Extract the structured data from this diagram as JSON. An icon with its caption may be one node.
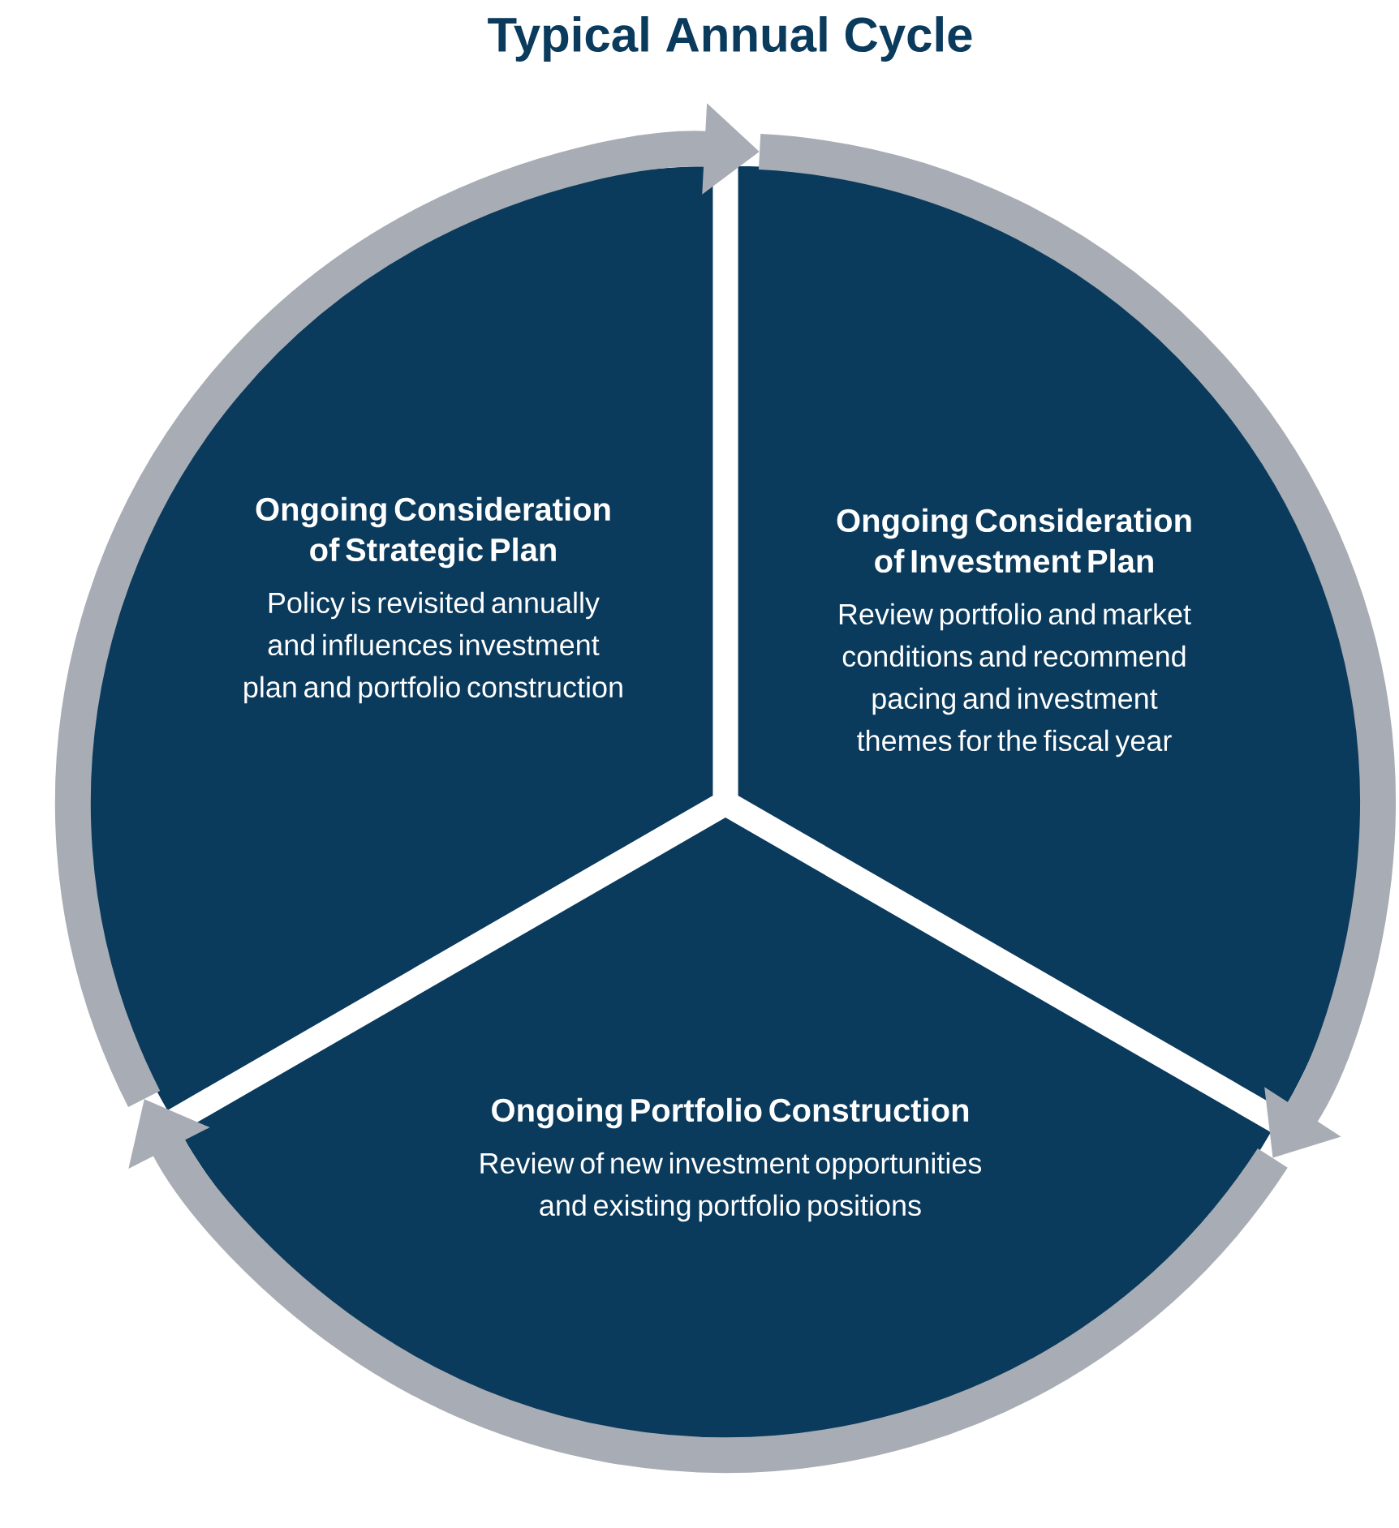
{
  "diagram": {
    "title": "Typical Annual Cycle",
    "nodes": [
      {
        "text": [
          "Ongoing Consideration of Strategic Plan",
          "Policy is revisited annually and influences investment plan and portfolio construction"
        ]
      },
      {
        "text": [
          "Ongoing Consideration of Investment Plan",
          "Review portfolio and market conditions and recommend pacing and investment themes for the fiscal year"
        ]
      },
      {
        "text": [
          "Ongoing Portfolio Construction",
          "Review of new investment opportunities and existing portfolio positions"
        ]
      }
    ],
    "edges": [
      {
        "from": 0,
        "to": 1,
        "arrow": "to"
      },
      {
        "from": 1,
        "to": 2,
        "arrow": "to"
      },
      {
        "from": 2,
        "to": 0,
        "arrow": "to"
      }
    ]
  }
}
